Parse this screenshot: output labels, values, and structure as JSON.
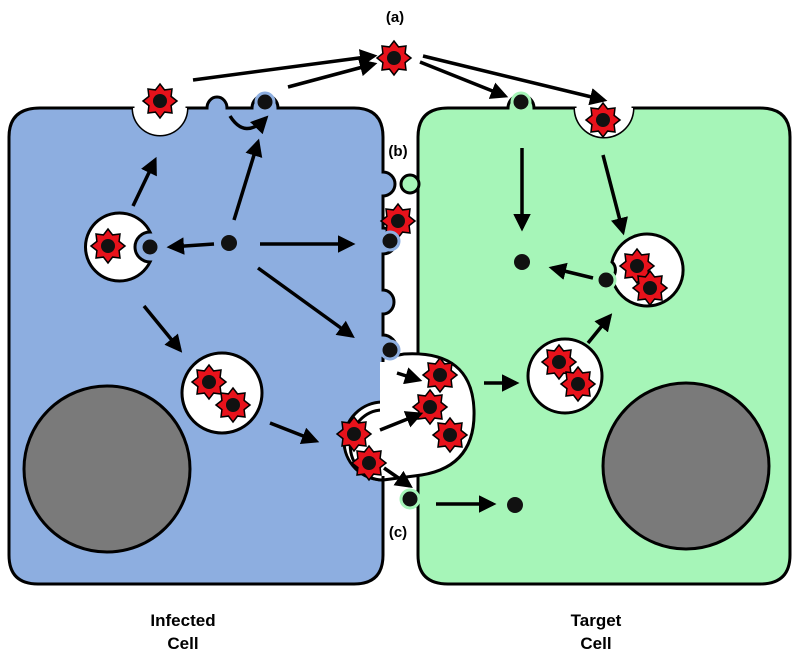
{
  "labels": {
    "a": "(a)",
    "b": "(b)",
    "c": "(c)",
    "infected_cell_line1": "Infected",
    "infected_cell_line2": "Cell",
    "target_cell_line1": "Target",
    "target_cell_line2": "Cell"
  },
  "colors": {
    "infected_cell_fill": "#8DAEE0",
    "target_cell_fill": "#A6F5B8",
    "nucleus_fill": "#7A7A7A",
    "virus_spike_fill": "#E8121B",
    "virus_core_fill": "#111111",
    "outline": "#000000",
    "vesicle_fill": "#FFFFFF"
  },
  "icons": {
    "virus": "virus-particle-icon",
    "receptor": "receptor-icon",
    "nucleus": "nucleus-icon",
    "vesicle": "vesicle-icon"
  }
}
